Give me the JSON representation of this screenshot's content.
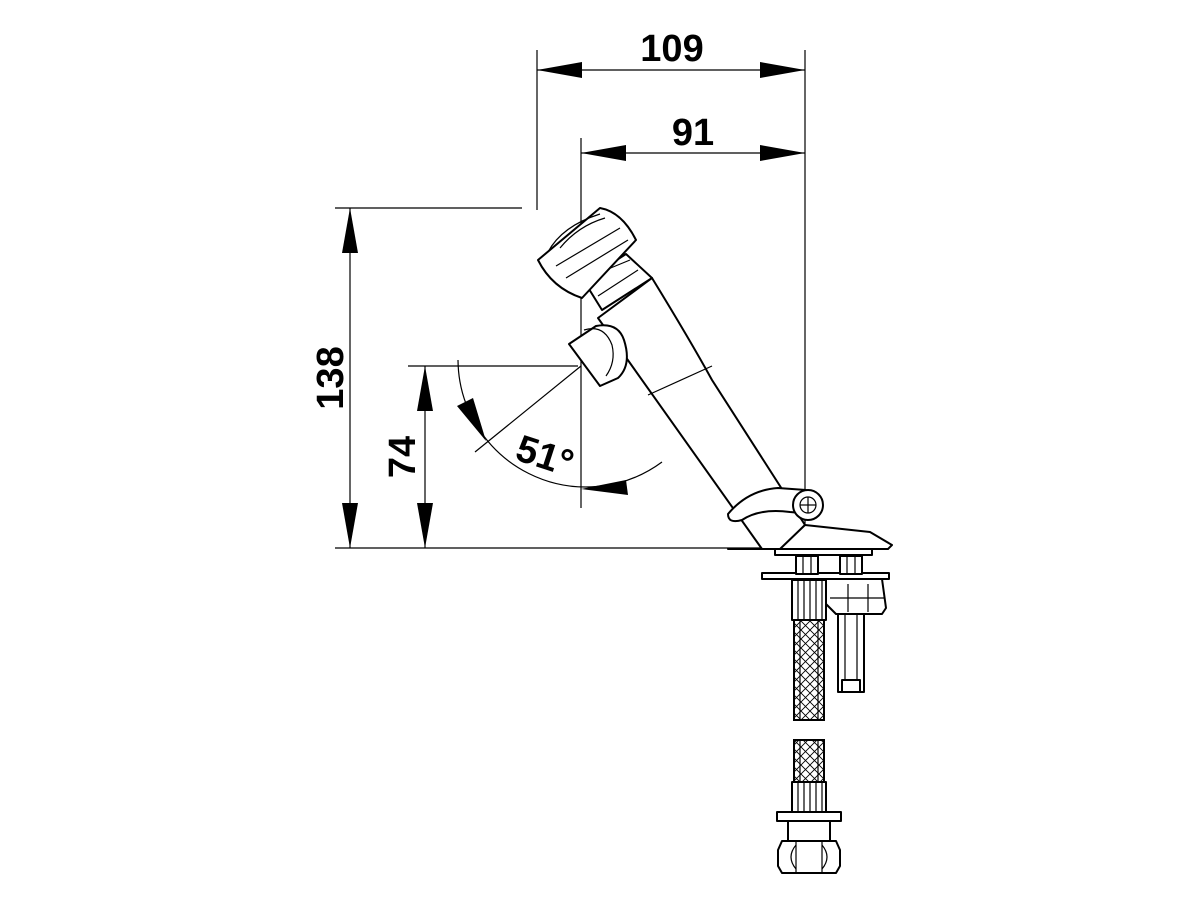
{
  "dimensions": {
    "total_width": "109",
    "spout_reach": "91",
    "total_height": "138",
    "spout_height": "74",
    "angle": "51°"
  },
  "colors": {
    "line": "#000000",
    "background": "#ffffff"
  }
}
